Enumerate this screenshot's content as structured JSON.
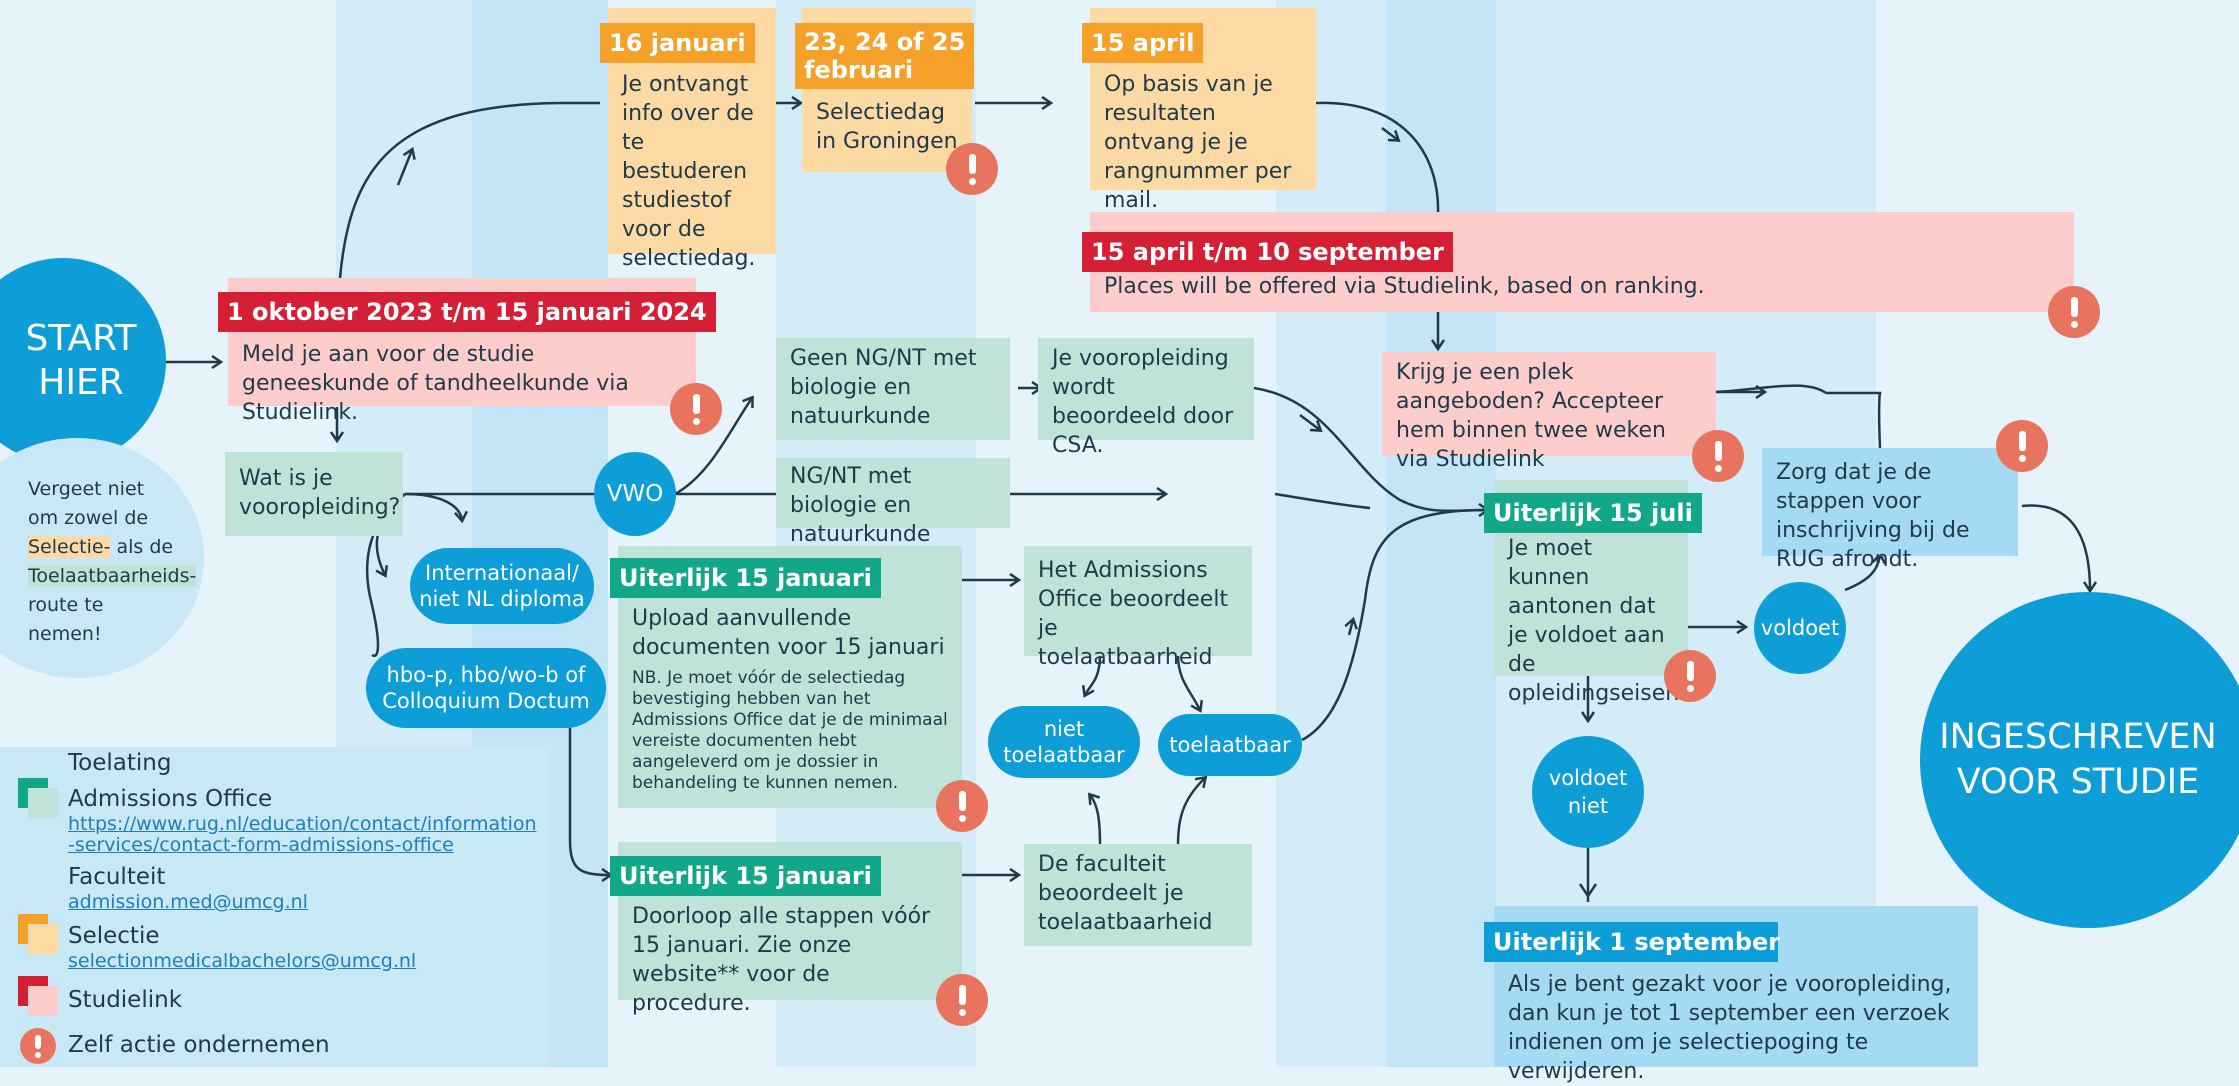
{
  "colors": {
    "background": "#e6f3fb",
    "stripe": "#d4ecf7",
    "admissions": "#bfe3d9",
    "admissions_header": "#12a887",
    "selection": "#fdd9a3",
    "selection_header": "#f5a029",
    "studielink": "#fccdcb",
    "studielink_header": "#d41f35",
    "faculty": "#a4dbf3",
    "faculty_header": "#0e9ed7",
    "action": "#e8735e"
  },
  "start": {
    "line1": "START",
    "line2": "HIER"
  },
  "reminder": {
    "l1": "Vergeet niet",
    "l2": "om zowel de",
    "sel": "Selectie-",
    "l3": " als de",
    "toel": "Toelaatbaarheids-",
    "l4": "route te",
    "l5": "nemen!"
  },
  "studielink_signup": {
    "header": "1 oktober 2023 t/m 15 januari 2024",
    "text": "Meld je aan voor de studie geneeskunde of tandheelkunde via Studielink."
  },
  "jan16": {
    "header": "16 januari",
    "text": "Je ontvangt info over de te bestuderen studiestof voor de selectiedag."
  },
  "feb": {
    "header_line1": "23, 24 of 25",
    "header_line2": "februari",
    "text": "Selectiedag in Groningen"
  },
  "apr15": {
    "header": "15 april",
    "text": "Op basis van je resultaten ontvang je je rangnummer per mail."
  },
  "apr_sep": {
    "header": "15 april t/m 10 september",
    "text": "Places will be offered via Studielink, based on ranking."
  },
  "vooropleiding": {
    "text": "Wat is je vooropleiding?"
  },
  "vwo": {
    "label": "VWO"
  },
  "international": {
    "line1": "Internationaal/",
    "line2": "niet NL diploma"
  },
  "hbo": {
    "line1": "hbo-p, hbo/wo-b of",
    "line2": "Colloquium Doctum"
  },
  "geen_ngnt": {
    "text": "Geen NG/NT met biologie en natuurkunde"
  },
  "csa": {
    "text": "Je vooropleiding wordt beoordeeld door CSA."
  },
  "ngnt": {
    "text": "NG/NT met biologie en natuurkunde"
  },
  "upload": {
    "header": "Uiterlijk 15 januari",
    "text": "Upload aanvullende documenten voor 15 januari",
    "note": "NB. Je moet vóór de selectiedag bevestiging hebben van het Admissions Office dat je de minimaal vereiste documenten hebt aangeleverd om je dossier in behandeling te kunnen nemen."
  },
  "doorloop": {
    "header": "Uiterlijk 15 januari",
    "text": "Doorloop alle stappen vóór 15 januari. Zie onze website** voor de procedure."
  },
  "admissions_assess": {
    "text": "Het Admissions Office beoordeelt je toelaatbaarheid"
  },
  "faculty_assess": {
    "text": "De faculteit beoordeelt je toelaatbaarheid"
  },
  "niet_toelaatbaar": {
    "line1": "niet",
    "line2": "toelaatbaar"
  },
  "toelaatbaar": {
    "label": "toelaatbaar"
  },
  "accept": {
    "text": "Krijg je een plek aangeboden? Accepteer hem binnen twee weken via Studielink"
  },
  "july15": {
    "header": "Uiterlijk 15 juli",
    "text": "Je moet kunnen aantonen dat je voldoet aan de opleidingseisen."
  },
  "voldoet": {
    "label": "voldoet"
  },
  "voldoet_niet": {
    "line1": "voldoet",
    "line2": "niet"
  },
  "rug": {
    "text": "Zorg dat je de stappen voor inschrijving bij de RUG afrondt."
  },
  "sep1": {
    "header": "Uiterlijk 1 september",
    "text": "Als je bent gezakt voor je vooropleiding, dan kun je tot 1 september een verzoek indienen om je selectiepoging te verwijderen."
  },
  "ingeschreven": {
    "line1": "INGESCHREVEN",
    "line2": "VOOR STUDIE"
  },
  "legend": {
    "toelating": "Toelating",
    "admissions": "Admissions Office",
    "admissions_link_1": "https://www.rug.nl/education/contact/information",
    "admissions_link_2": "-services/contact-form-admissions-office",
    "faculteit": "Faculteit",
    "faculteit_link": "admission.med@umcg.nl",
    "selectie": "Selectie",
    "selectie_link": "selectionmedicalbachelors@umcg.nl",
    "studielink": "Studielink",
    "action": "Zelf actie ondernemen"
  }
}
